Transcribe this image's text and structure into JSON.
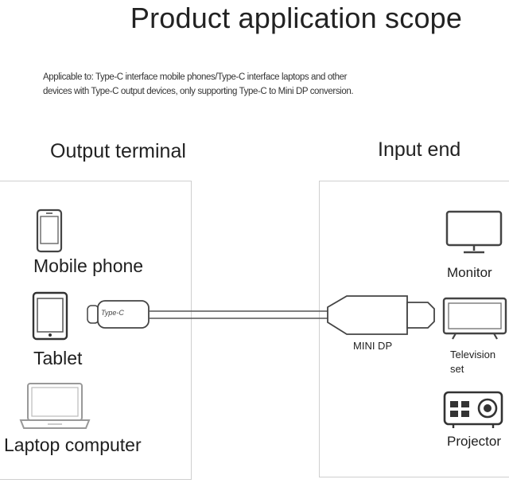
{
  "title": "Product application scope",
  "description_line1": "Applicable to: Type-C interface mobile phones/Type-C interface laptops and other",
  "description_line2": "devices with Type-C output devices, only supporting Type-C to Mini DP conversion.",
  "output": {
    "heading": "Output terminal",
    "devices": [
      {
        "label": "Mobile phone",
        "icon": "mobile-phone-icon"
      },
      {
        "label": "Tablet",
        "icon": "tablet-icon"
      },
      {
        "label": "Laptop computer",
        "icon": "laptop-icon"
      }
    ]
  },
  "input": {
    "heading": "Input end",
    "devices": [
      {
        "label": "Monitor",
        "icon": "monitor-icon"
      },
      {
        "label_line1": "Television",
        "label_line2": "set",
        "icon": "television-icon"
      },
      {
        "label": "Projector",
        "icon": "projector-icon"
      }
    ]
  },
  "cable": {
    "typec_label": "Type-C",
    "minidp_label": "MINI DP"
  }
}
